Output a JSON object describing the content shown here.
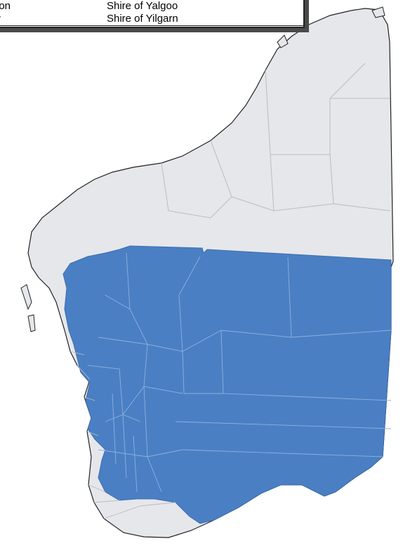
{
  "legend": {
    "rows": [
      {
        "left": "gon",
        "right": "Shire of Yalgoo"
      },
      {
        "left": "ly",
        "right": "Shire of Yilgarn"
      }
    ]
  },
  "map": {
    "colors": {
      "land": "#e6e7eb",
      "highlight": "#4a7fc4",
      "border": "#b8bcc4",
      "coast": "#222222"
    }
  }
}
